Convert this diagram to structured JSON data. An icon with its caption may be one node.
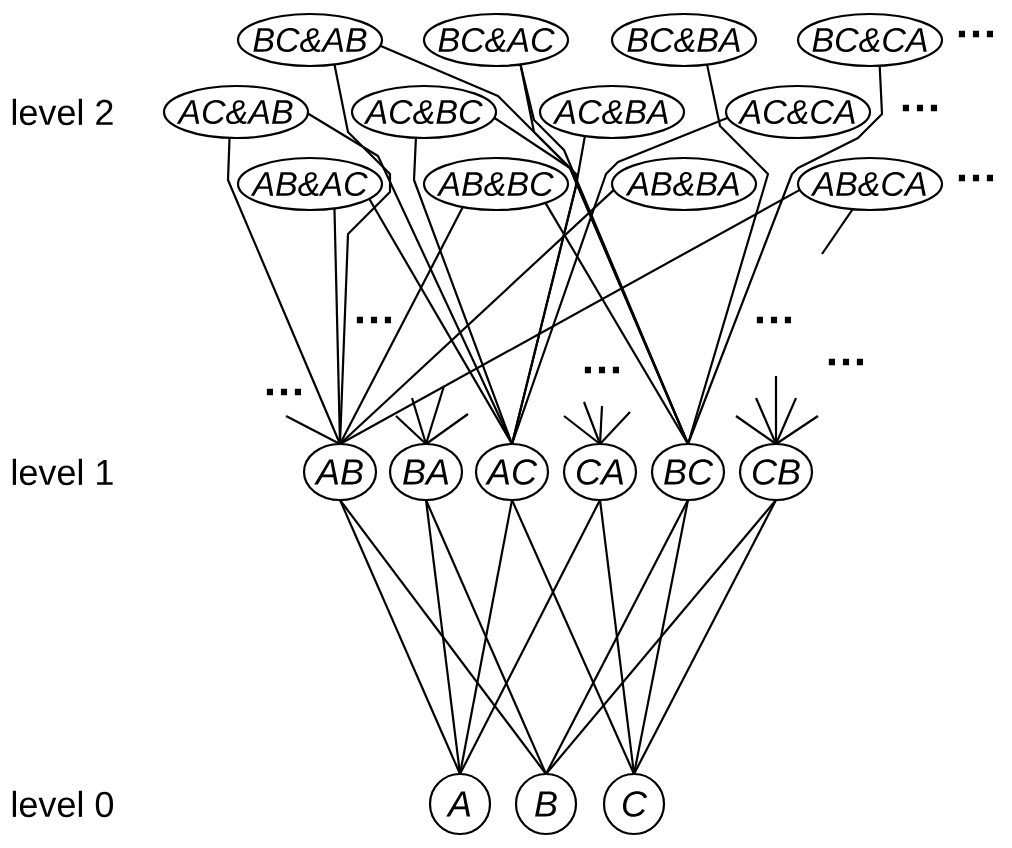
{
  "diagram": {
    "nodes": [
      {
        "text": [
          "BC&AB"
        ]
      },
      {
        "text": [
          "BC&AC"
        ]
      },
      {
        "text": [
          "BC&BA"
        ]
      },
      {
        "text": [
          "BC&CA"
        ]
      },
      {
        "text": [
          "AC&AB"
        ]
      },
      {
        "text": [
          "AC&BC"
        ]
      },
      {
        "text": [
          "AC&BA"
        ]
      },
      {
        "text": [
          "AC&CA"
        ]
      },
      {
        "text": [
          "AB&AC"
        ]
      },
      {
        "text": [
          "AB&BC"
        ]
      },
      {
        "text": [
          "AB&BA"
        ]
      },
      {
        "text": [
          "AB&CA"
        ]
      },
      {
        "text": [
          "AB"
        ]
      },
      {
        "text": [
          "BA"
        ]
      },
      {
        "text": [
          "AC"
        ]
      },
      {
        "text": [
          "CA"
        ]
      },
      {
        "text": [
          "BC"
        ]
      },
      {
        "text": [
          "CB"
        ]
      },
      {
        "text": [
          "A"
        ]
      },
      {
        "text": [
          "B"
        ]
      },
      {
        "text": [
          "C"
        ]
      }
    ],
    "edges": [
      {
        "from": 0,
        "to": 12,
        "arrow": "none"
      },
      {
        "from": 0,
        "to": 16,
        "arrow": "none"
      },
      {
        "from": 1,
        "to": 14,
        "arrow": "none"
      },
      {
        "from": 1,
        "to": 16,
        "arrow": "none"
      },
      {
        "from": 2,
        "to": 16,
        "arrow": "none"
      },
      {
        "from": 3,
        "to": 16,
        "arrow": "none"
      },
      {
        "from": 4,
        "to": 12,
        "arrow": "none"
      },
      {
        "from": 4,
        "to": 14,
        "arrow": "none"
      },
      {
        "from": 5,
        "to": 14,
        "arrow": "none"
      },
      {
        "from": 5,
        "to": 16,
        "arrow": "none"
      },
      {
        "from": 6,
        "to": 14,
        "arrow": "none"
      },
      {
        "from": 7,
        "to": 14,
        "arrow": "none"
      },
      {
        "from": 8,
        "to": 12,
        "arrow": "none"
      },
      {
        "from": 8,
        "to": 14,
        "arrow": "none"
      },
      {
        "from": 9,
        "to": 12,
        "arrow": "none"
      },
      {
        "from": 9,
        "to": 16,
        "arrow": "none"
      },
      {
        "from": 10,
        "to": 12,
        "arrow": "none"
      },
      {
        "from": 11,
        "to": 12,
        "arrow": "none"
      },
      {
        "from": 11,
        "to": null,
        "arrow": "none"
      },
      {
        "from": null,
        "to": 12,
        "arrow": "none"
      },
      {
        "from": null,
        "to": 13,
        "arrow": "none"
      },
      {
        "from": null,
        "to": 13,
        "arrow": "none"
      },
      {
        "from": null,
        "to": 13,
        "arrow": "none"
      },
      {
        "from": null,
        "to": 13,
        "arrow": "none"
      },
      {
        "from": null,
        "to": 15,
        "arrow": "none"
      },
      {
        "from": null,
        "to": 15,
        "arrow": "none"
      },
      {
        "from": null,
        "to": 15,
        "arrow": "none"
      },
      {
        "from": null,
        "to": 15,
        "arrow": "none"
      },
      {
        "from": null,
        "to": 17,
        "arrow": "none"
      },
      {
        "from": null,
        "to": 17,
        "arrow": "none"
      },
      {
        "from": null,
        "to": 17,
        "arrow": "none"
      },
      {
        "from": null,
        "to": 17,
        "arrow": "none"
      },
      {
        "from": null,
        "to": 17,
        "arrow": "none"
      },
      {
        "from": 12,
        "to": 18,
        "arrow": "none"
      },
      {
        "from": 12,
        "to": 19,
        "arrow": "none"
      },
      {
        "from": 13,
        "to": 18,
        "arrow": "none"
      },
      {
        "from": 13,
        "to": 19,
        "arrow": "none"
      },
      {
        "from": 14,
        "to": 18,
        "arrow": "none"
      },
      {
        "from": 14,
        "to": 20,
        "arrow": "none"
      },
      {
        "from": 15,
        "to": 18,
        "arrow": "none"
      },
      {
        "from": 15,
        "to": 20,
        "arrow": "none"
      },
      {
        "from": 16,
        "to": 19,
        "arrow": "none"
      },
      {
        "from": 16,
        "to": 20,
        "arrow": "none"
      },
      {
        "from": 17,
        "to": 19,
        "arrow": "none"
      },
      {
        "from": 17,
        "to": 20,
        "arrow": "none"
      }
    ],
    "labels": [
      "…",
      "level 2",
      "…",
      "…",
      "…",
      "…",
      "…",
      "…",
      "…",
      "level 1",
      "level 0"
    ]
  }
}
